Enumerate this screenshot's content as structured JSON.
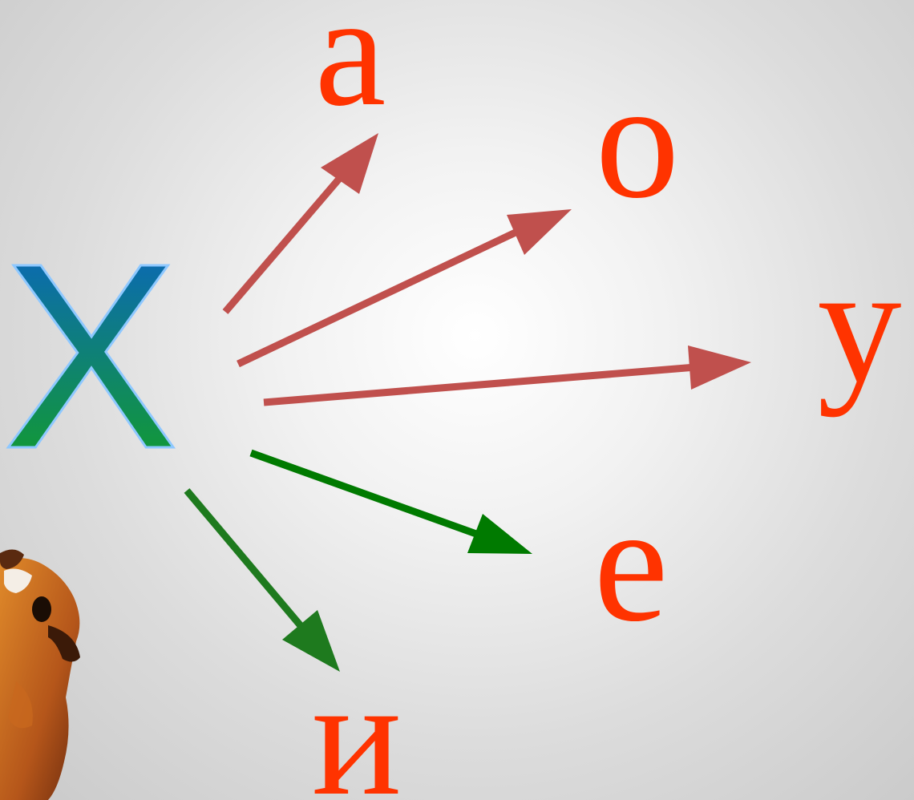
{
  "diagram": {
    "source": {
      "label": "Х"
    },
    "targets": [
      {
        "id": "a",
        "label": "а",
        "arrow_color": "#c0504d"
      },
      {
        "id": "o",
        "label": "о",
        "arrow_color": "#c0504d"
      },
      {
        "id": "u",
        "label": "у",
        "arrow_color": "#c0504d"
      },
      {
        "id": "e",
        "label": "е",
        "arrow_color": "#007a00"
      },
      {
        "id": "i",
        "label": "и",
        "arrow_color": "#1e7a1e"
      }
    ]
  },
  "colors": {
    "vowel_text": "#ff3300",
    "source_gradient_top": "#0a5fd0",
    "source_gradient_bottom": "#13a31a",
    "source_outline": "#8ec8ff",
    "red_arrow": "#c0504d",
    "green_arrow": "#007a00",
    "dark_green_arrow": "#1e7a1e"
  },
  "decoration": {
    "character_image": "bear-cub-icon"
  }
}
